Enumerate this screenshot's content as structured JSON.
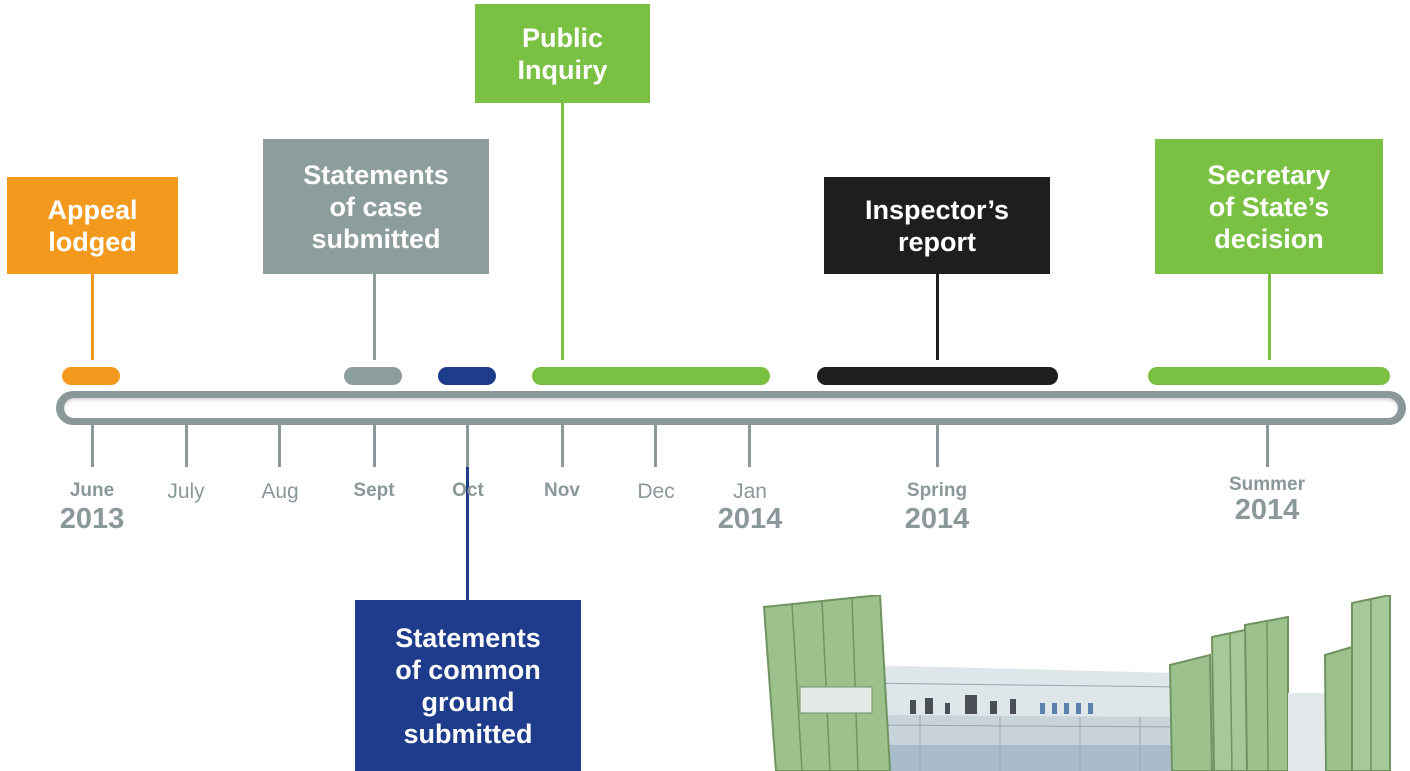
{
  "colors": {
    "orange": "#f39a1e",
    "gray": "#8c9d9b",
    "green": "#7ac143",
    "navy": "#1f3c8c",
    "black": "#1e1e1e",
    "axis": "#8a9899"
  },
  "events": {
    "appeal": {
      "line1": "Appeal",
      "line2": "lodged"
    },
    "statements_case": {
      "line1": "Statements",
      "line2": "of case",
      "line3": "submitted"
    },
    "public_inquiry": {
      "line1": "Public",
      "line2": "Inquiry"
    },
    "inspector": {
      "line1": "Inspector’s",
      "line2": "report"
    },
    "sos_decision": {
      "line1": "Secretary",
      "line2": "of State’s",
      "line3": "decision"
    },
    "common_ground": {
      "line1": "Statements",
      "line2": "of common",
      "line3": "ground",
      "line4": "submitted"
    }
  },
  "timeline": {
    "months": [
      "June",
      "July",
      "Aug",
      "Sept",
      "Oct",
      "Nov",
      "Dec",
      "Jan"
    ],
    "spring": "Spring",
    "summer": "Summer",
    "year_2013": "2013",
    "year_2014_jan": "2014",
    "year_2014_spring": "2014",
    "year_2014_summer": "2014"
  }
}
